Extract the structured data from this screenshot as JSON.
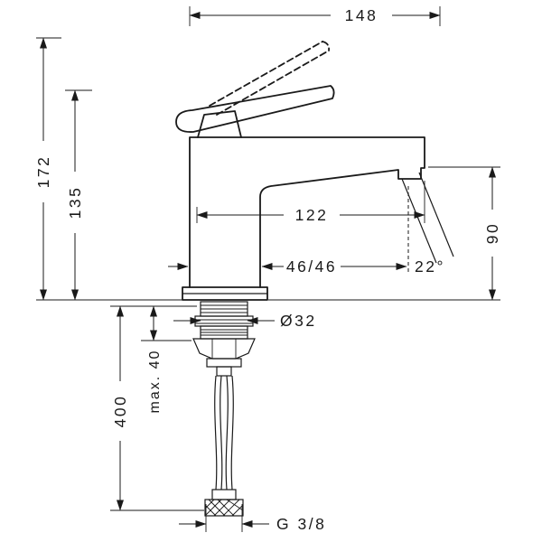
{
  "drawing": {
    "type": "technical-dimension-drawing",
    "subject": "single-lever basin mixer faucet, side elevation",
    "background_color": "#ffffff",
    "line_color": "#1a1a1a"
  },
  "dims": {
    "top_width": "148",
    "overall_height": "172",
    "body_height": "135",
    "spout_reach": "122",
    "outlet_height": "90",
    "outlet_offsets": "46/46",
    "stream_angle": "22°",
    "shaft_diameter": "Ø32",
    "max_mounting_thickness": "max. 40",
    "hose_length": "400",
    "connection_thread": "G 3/8"
  }
}
